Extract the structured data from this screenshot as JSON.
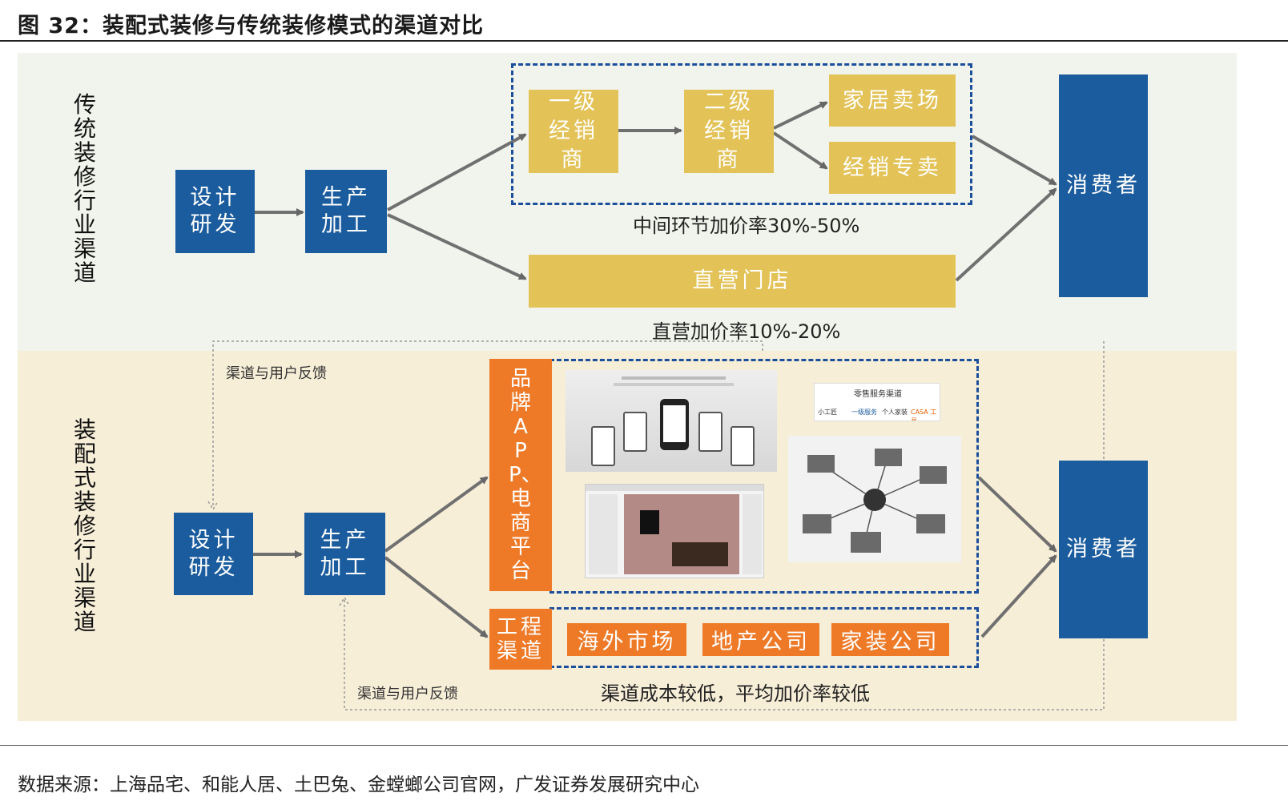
{
  "header": {
    "title": "图 32：装配式装修与传统装修模式的渠道对比"
  },
  "traditional": {
    "label": "传统装修行业渠道",
    "design": "设计研发",
    "production": "生产加工",
    "distributor1": "一级经销商",
    "distributor2": "二级经销商",
    "home_market": "家居卖场",
    "dealer_store": "经销专卖",
    "direct_store": "直营门店",
    "consumer": "消费者",
    "markup_middle": "中间环节加价率30%-50%",
    "markup_direct": "直营加价率10%-20%"
  },
  "prefab": {
    "label": "装配式装修行业渠道",
    "design": "设计研发",
    "production": "生产加工",
    "brand_app": "品牌APP、电商平台",
    "engineering": "工程渠道",
    "overseas": "海外市场",
    "real_estate": "地产公司",
    "home_deco": "家装公司",
    "consumer": "消费者",
    "feedback_top": "渠道与用户反馈",
    "feedback_bottom": "渠道与用户反馈",
    "markup_low": "渠道成本较低，平均加价率较低"
  },
  "screenshots": {
    "retail_title": "零售服务渠道",
    "retail_items": [
      "小工匠",
      "一级服务",
      "个人家装",
      "CASA 工具"
    ]
  },
  "source": {
    "text": "数据来源：上海品宅、和能人居、土巴兔、金螳螂公司官网，广发证券发展研究中心"
  },
  "colors": {
    "blue": "#1b5c9e",
    "gold": "#e3c257",
    "orange": "#ee7a28",
    "dash": "#1b4f9c"
  }
}
